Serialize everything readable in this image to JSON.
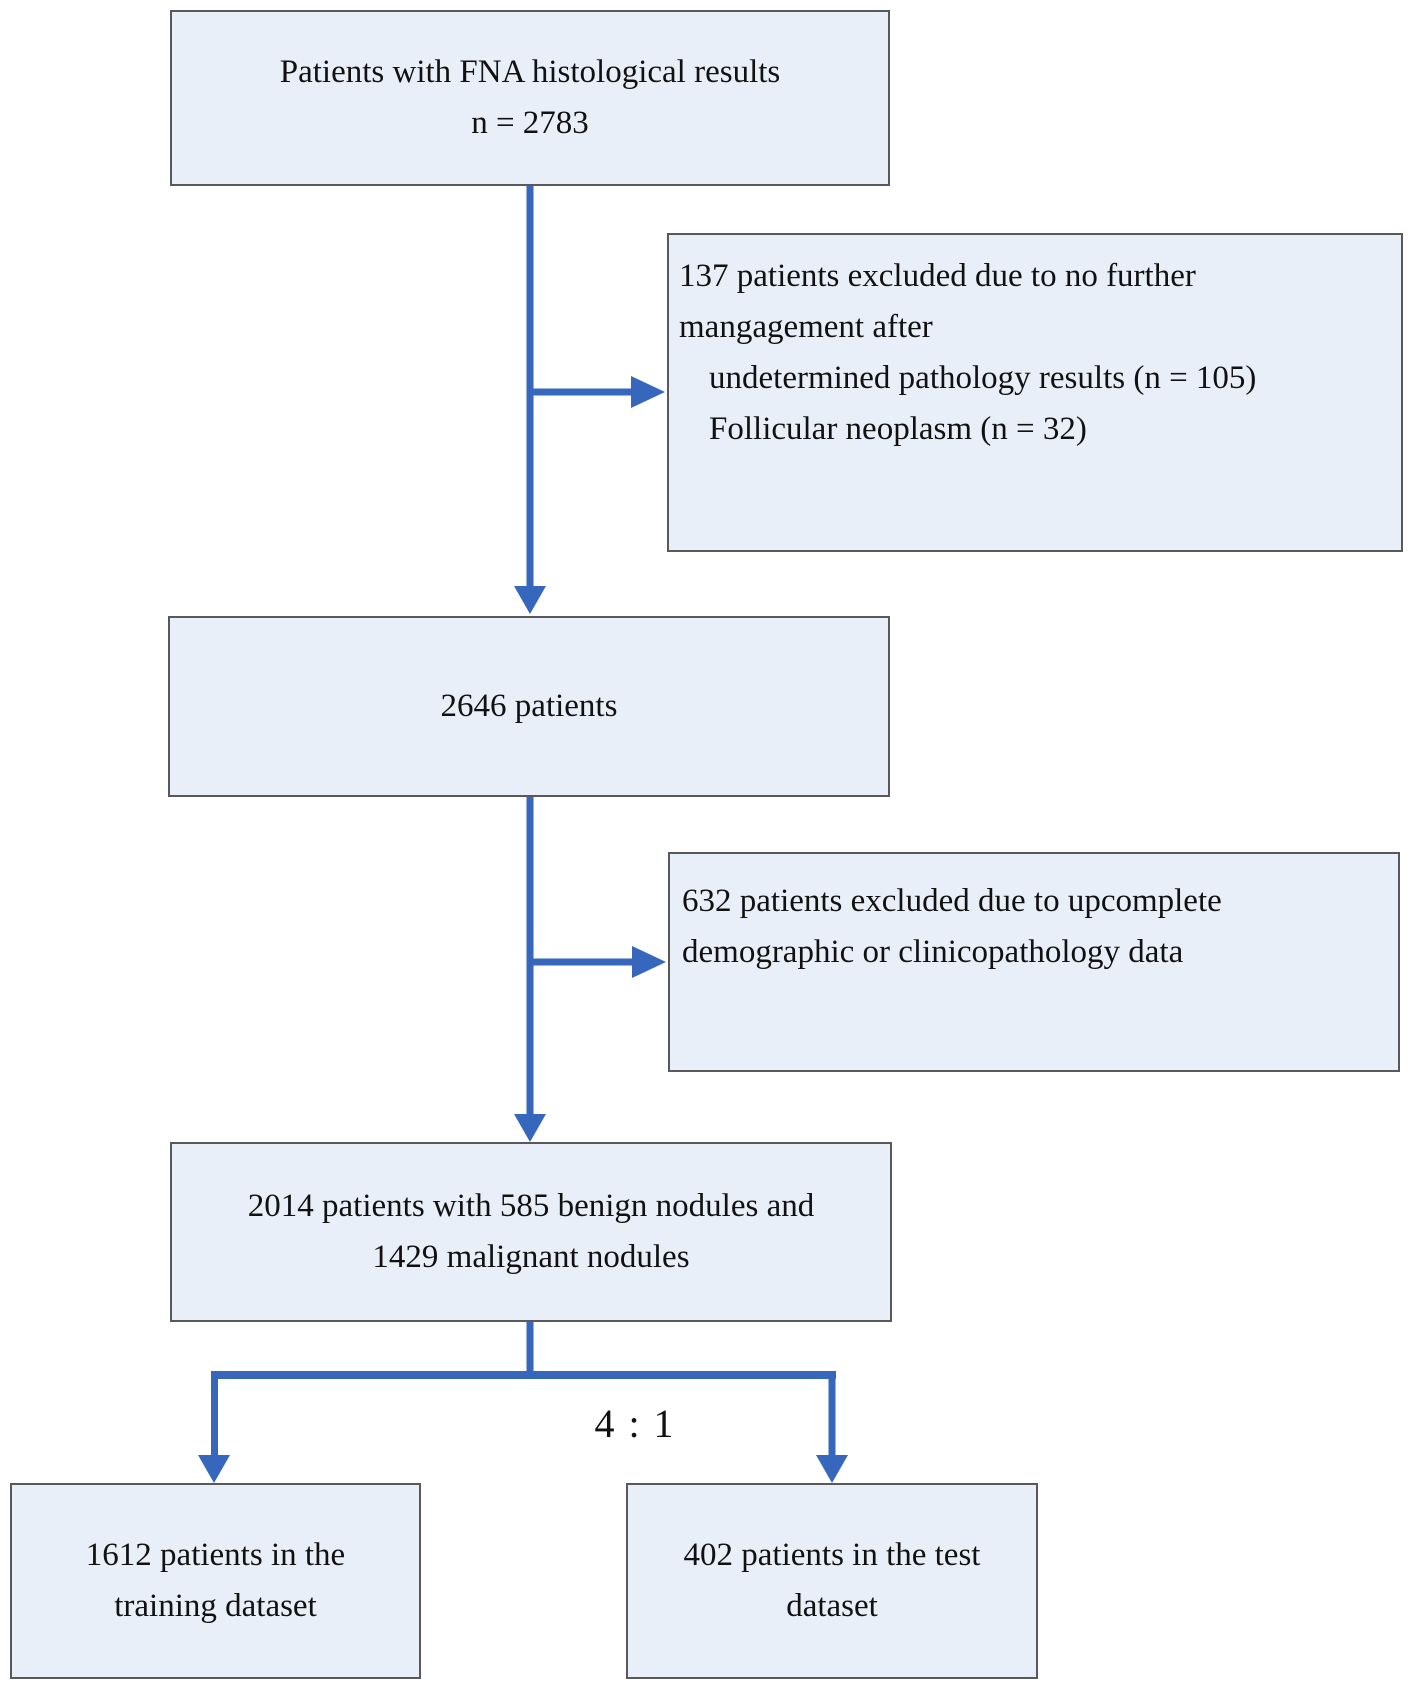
{
  "figure": {
    "type": "patient-flow-diagram",
    "background": "#ffffff"
  },
  "colors": {
    "box_fill": "#e9eff9",
    "box_border": "#595959",
    "arrow": "#3667bd",
    "text": "#111111"
  },
  "nodes": {
    "top": {
      "lines": [
        "Patients with FNA histological results",
        "n = 2783"
      ]
    },
    "exclusion1": {
      "lines": [
        "137 patients excluded due to no further",
        "mangagement after",
        "undetermined pathology results (n = 105)",
        "Follicular neoplasm (n = 32)"
      ]
    },
    "cohort2646": {
      "lines": [
        "2646 patients"
      ]
    },
    "exclusion2": {
      "lines": [
        "632 patients excluded due to upcomplete",
        "demographic or clinicopathology data"
      ]
    },
    "cohort2014": {
      "lines": [
        "2014 patients with 585 benign nodules and",
        "1429 malignant nodules"
      ]
    },
    "training": {
      "lines": [
        "1612 patients in the",
        "training dataset"
      ]
    },
    "test": {
      "lines": [
        "402 patients in the test",
        "dataset"
      ]
    }
  },
  "labels": {
    "split_ratio": "4 : 1"
  }
}
